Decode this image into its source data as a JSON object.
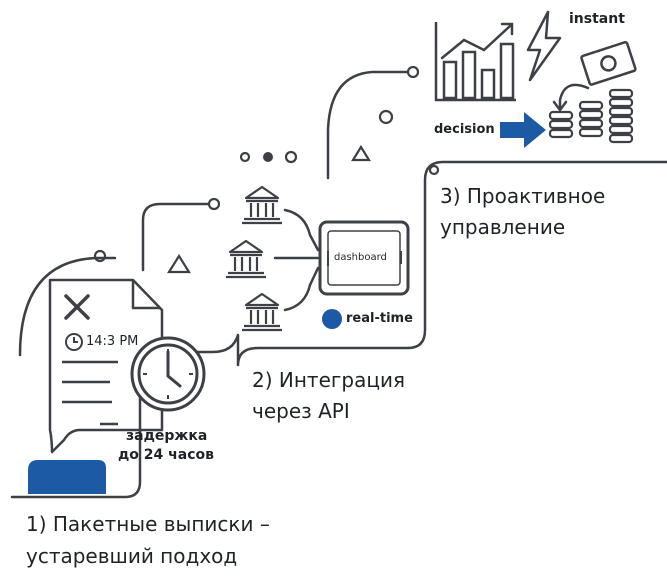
{
  "steps": {
    "step1": {
      "line1": "1)    Пакетные выписки –",
      "line2": "устаревший подход"
    },
    "step2": {
      "line1": "2) Интеграция",
      "line2": "через API"
    },
    "step3": {
      "line1": "3) Проактивное",
      "line2": "управление"
    }
  },
  "document": {
    "time": "14:3 PM",
    "delay_line1": "задержка",
    "delay_line2": "до 24 часов"
  },
  "tablet": {
    "label": "dashboard",
    "status": "real-time"
  },
  "top": {
    "instant": "instant",
    "decision": "decision"
  },
  "colors": {
    "accent_blue": "#1d5aa6",
    "line_gray": "#3d4046"
  }
}
